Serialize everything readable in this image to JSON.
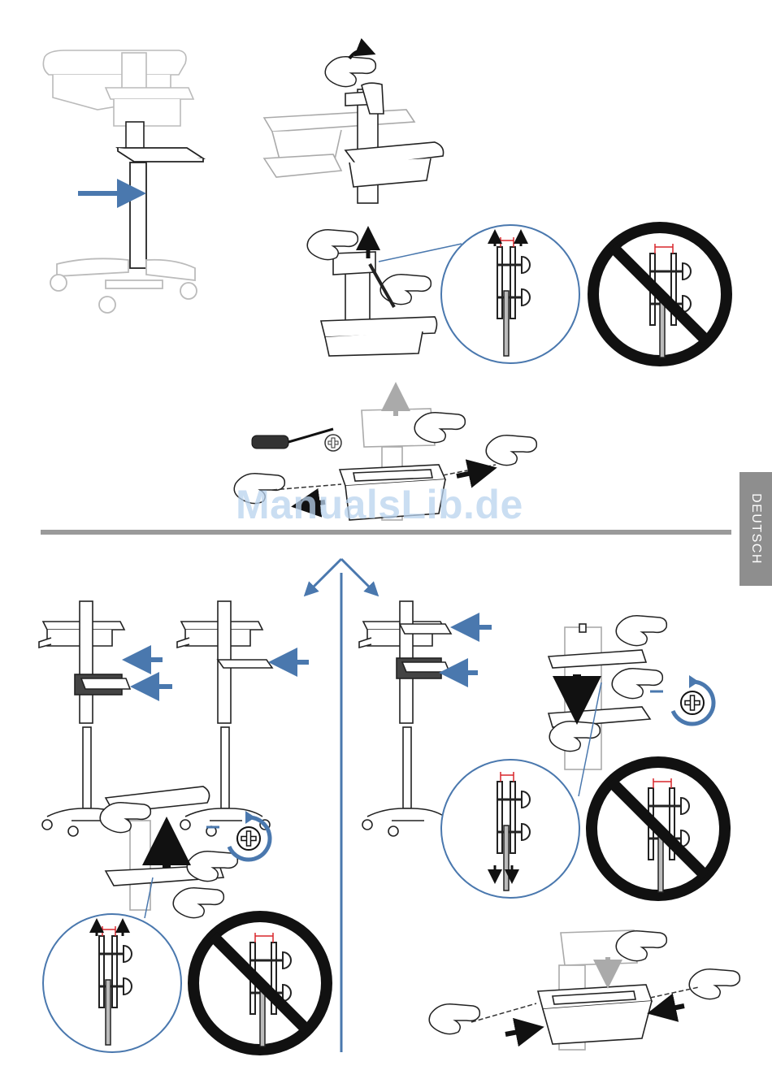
{
  "page": {
    "watermark": "ManualsLib.de",
    "language_tab": "DEUTSCH"
  },
  "colors": {
    "accent_blue": "#4a78ae",
    "divider_gray": "#9a9a9a",
    "tab_gray": "#8e8e8e",
    "watermark_blue": "#b9d3ee",
    "spacing_red": "#d9262b"
  },
  "icons": [
    "cart-illustration",
    "right-arrow-icon",
    "screwdriver-icon",
    "phillips-head-icon",
    "rotate-counterclockwise-icon",
    "no-symbol-icon",
    "up-arrow-icon",
    "down-arrow-icon",
    "hand-illustration",
    "magnifier-circle"
  ]
}
